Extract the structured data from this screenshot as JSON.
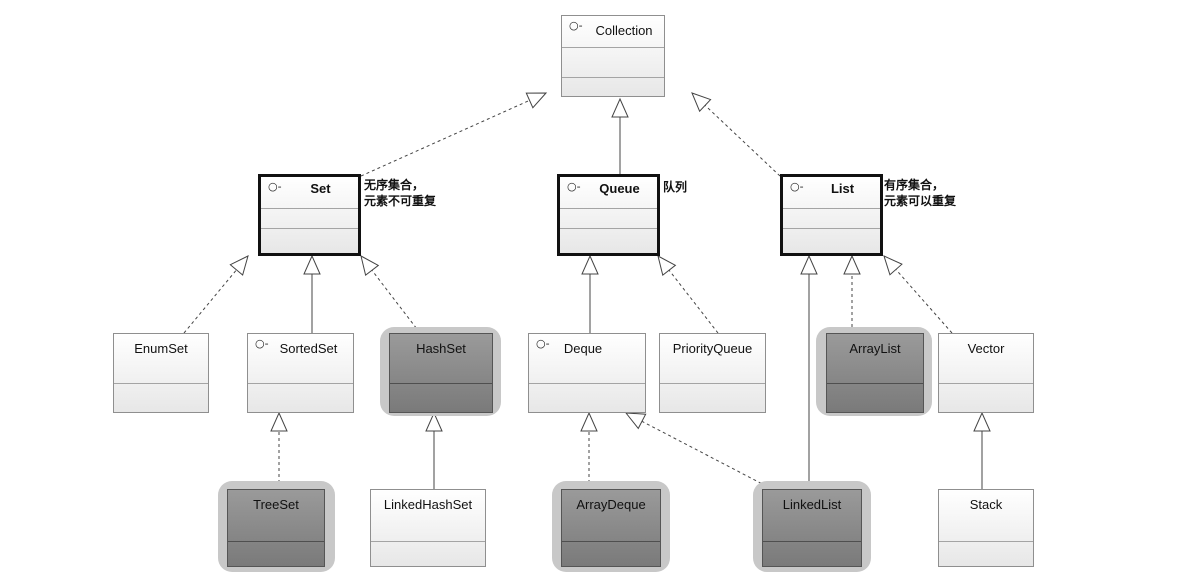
{
  "nodes": {
    "collection": {
      "name": "Collection",
      "interface_mark": "○-"
    },
    "set": {
      "name": "Set",
      "interface_mark": "○-"
    },
    "queue": {
      "name": "Queue",
      "interface_mark": "○-"
    },
    "list": {
      "name": "List",
      "interface_mark": "○-"
    },
    "enumset": {
      "name": "EnumSet"
    },
    "sortedset": {
      "name": "SortedSet",
      "interface_mark": "○-"
    },
    "hashset": {
      "name": "HashSet"
    },
    "deque": {
      "name": "Deque",
      "interface_mark": "○-"
    },
    "priorityqueue": {
      "name": "PriorityQueue"
    },
    "arraylist": {
      "name": "ArrayList"
    },
    "vector": {
      "name": "Vector"
    },
    "treeset": {
      "name": "TreeSet"
    },
    "linkedhashset": {
      "name": "LinkedHashSet"
    },
    "arraydeque": {
      "name": "ArrayDeque"
    },
    "linkedlist": {
      "name": "LinkedList"
    },
    "stack": {
      "name": "Stack"
    }
  },
  "notes": {
    "set": {
      "line1": "无序集合，",
      "line2": "元素不可重复"
    },
    "queue": {
      "line1": "队列"
    },
    "list": {
      "line1": "有序集合，",
      "line2": "元素可以重复"
    }
  },
  "colors": {
    "shaded_class": "#8a8a8a",
    "border": "#8f8f8f",
    "line": "#444444"
  }
}
